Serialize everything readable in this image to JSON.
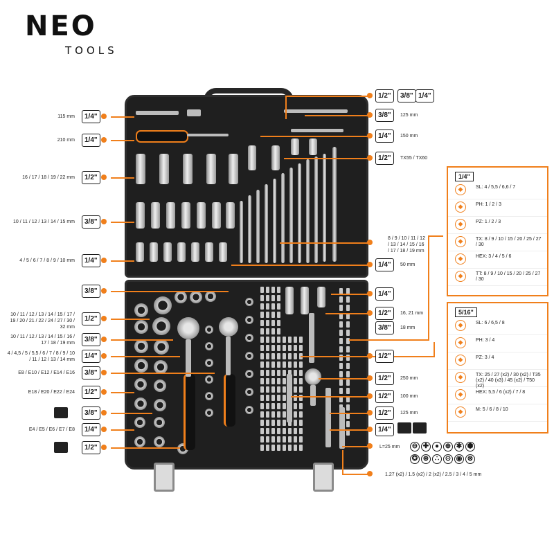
{
  "brand": {
    "name": "NEO",
    "sub": "TOOLS"
  },
  "colors": {
    "accent": "#f07f1b",
    "case": "#1f1f1f",
    "text": "#1a1a1a"
  },
  "lid_left": [
    {
      "label": "115 mm",
      "badge": "1/4\""
    },
    {
      "label": "210 mm",
      "badge": "1/4\""
    },
    {
      "label": "16 / 17 / 18 / 19 / 22 mm",
      "badge": "1/2\""
    },
    {
      "label": "10 / 11 / 12 / 13 / 14 / 15 mm",
      "badge": "3/8\""
    },
    {
      "label": "4 / 5 / 6 / 7 / 8 / 9 / 10 mm",
      "badge": "1/4\""
    }
  ],
  "base_left": [
    {
      "label": "",
      "badge": "3/8\""
    },
    {
      "label": "10 / 11 / 12 / 13 / 14 / 15 / 17 / 19 / 20 / 21 / 22 / 24 / 27 / 30 / 32 mm",
      "badge": "1/2\""
    },
    {
      "label": "10 / 11 / 12 / 13 / 14 / 15 / 16 / 17 / 18 / 19 mm",
      "badge": "3/8\""
    },
    {
      "label": "4 / 4,5 / 5 / 5,5 / 6 / 7 / 8 / 9 / 10 / 11 / 12 / 13 / 14 mm",
      "badge": "1/4\""
    },
    {
      "label": "E8 / E10 / E12 / E14 / E16",
      "badge": "3/8\""
    },
    {
      "label": "E18 / E20 / E22 / E24",
      "badge": "1/2\""
    },
    {
      "label": "",
      "badge": "3/8\""
    },
    {
      "label": "E4 / E5 / E6 / E7 / E8",
      "badge": "1/4\""
    },
    {
      "label": "",
      "badge": "1/2\""
    }
  ],
  "right_items": [
    {
      "label": "",
      "badges": [
        "1/2\"",
        "3/8\"",
        "1/4\""
      ]
    },
    {
      "label": "125 mm",
      "badges": [
        "3/8\""
      ]
    },
    {
      "label": "150 mm",
      "badges": [
        "1/4\""
      ]
    },
    {
      "label": "TX55 / TX60",
      "badges": [
        "1/2\""
      ]
    },
    {
      "label": "8 / 9 / 10 / 11 / 12 / 13 / 14 / 15 / 16 / 17 / 18 / 19 mm",
      "badges": []
    },
    {
      "label": "50 mm",
      "badges": [
        "1/4\""
      ]
    },
    {
      "label": "",
      "badges": [
        "1/4\""
      ]
    },
    {
      "label": "16, 21 mm",
      "badges": [
        "1/2\""
      ]
    },
    {
      "label": "18 mm",
      "badges": [
        "3/8\""
      ]
    },
    {
      "label": "",
      "badges": [
        "1/2\""
      ]
    },
    {
      "label": "250 mm",
      "badges": [
        "1/2\""
      ]
    },
    {
      "label": "100 mm",
      "badges": [
        "1/2\""
      ]
    },
    {
      "label": "125 mm",
      "badges": [
        "1/2\""
      ]
    },
    {
      "label": "",
      "badges": [
        "1/4\""
      ]
    },
    {
      "label": "L=25 mm",
      "badges": []
    },
    {
      "label": "1.27 (x2) / 1.5 (x2) / 2 (x2) / 2.5 / 3 / 4 / 5 mm",
      "badges": []
    }
  ],
  "panel_quarter": {
    "title": "1/4\"",
    "rows": [
      {
        "icon": "slotted-bit-icon",
        "text": "SL: 4 / 5,5 / 6,6 / 7"
      },
      {
        "icon": "phillips-bit-icon",
        "text": "PH: 1 / 2 / 3"
      },
      {
        "icon": "pozidriv-bit-icon",
        "text": "PZ: 1 / 2 / 3"
      },
      {
        "icon": "torx-bit-icon",
        "text": "TX: 8 / 9 / 10 / 15 / 20 / 25 / 27 / 30"
      },
      {
        "icon": "hex-bit-icon",
        "text": "HEX: 3 / 4 / 5 / 6"
      },
      {
        "icon": "tamper-torx-bit-icon",
        "text": "TT: 8 / 9 / 10 / 15 / 20 / 25 / 27 / 30"
      }
    ]
  },
  "panel_516": {
    "title": "5/16\"",
    "rows": [
      {
        "icon": "slotted-bit-icon",
        "text": "SL: 6 / 6,5 / 8"
      },
      {
        "icon": "phillips-bit-icon",
        "text": "PH: 3 / 4"
      },
      {
        "icon": "pozidriv-bit-icon",
        "text": "PZ: 3 / 4"
      },
      {
        "icon": "torx-bit-icon",
        "text": "TX: 25 / 27 (x2) / 30 (x2) / T35 (x2) / 40 (x3) / 45 (x2) / T50 (x2)"
      },
      {
        "icon": "hex-bit-icon",
        "text": "HEX: 5,5 / 6 (x2) / 7 / 8"
      },
      {
        "icon": "spline-bit-icon",
        "text": "M: 5 / 6 / 8 / 10"
      }
    ]
  },
  "bit_symbols": [
    "⊖",
    "✚",
    "●",
    "⊕",
    "✱",
    "⬢",
    "✪",
    "⊛",
    "∴",
    "⊙",
    "◉",
    "⊗"
  ]
}
